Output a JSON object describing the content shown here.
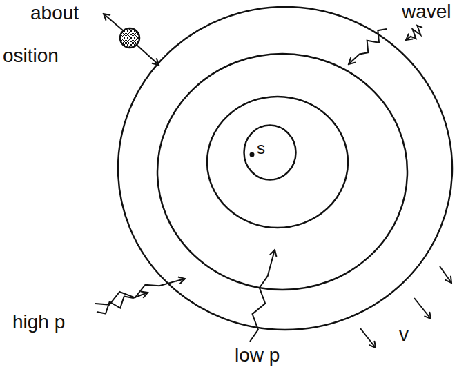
{
  "diagram": {
    "nodes": [
      {
        "text": [
          "s"
        ]
      }
    ],
    "labels": [
      "about",
      "osition",
      "wavel",
      "high p",
      "low p",
      "v"
    ]
  }
}
